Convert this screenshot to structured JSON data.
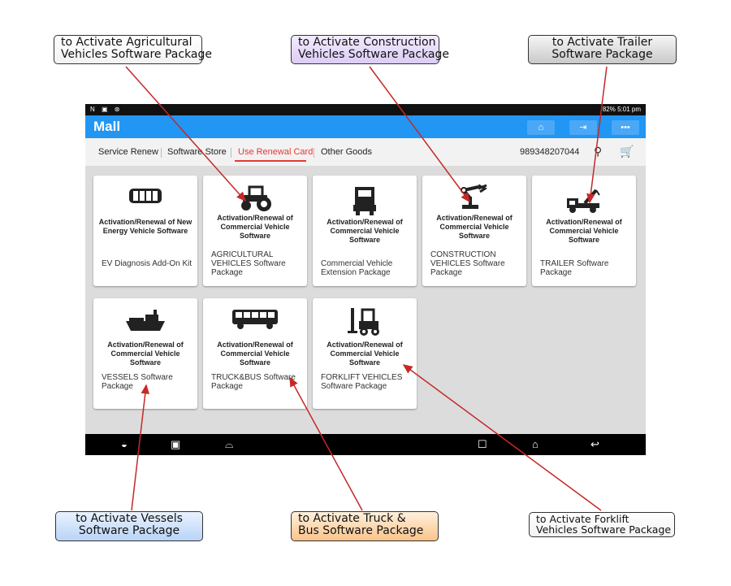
{
  "annotations": {
    "agricultural": "to Activate Agricultural\nVehicles Software Package",
    "construction": "to Activate Construction\nVehicles Software Package",
    "trailer": "to Activate Trailer\nSoftware Package",
    "vessels": "to Activate Vessels\nSoftware Package",
    "truck_bus": "to Activate Truck &\nBus Software Package",
    "forklift": "to Activate Forklift\nVehicles Software Package"
  },
  "status_bar": {
    "left_icons": "N ▣ ⊛",
    "right": "82% 5:01 pm"
  },
  "app": {
    "title": "Mall",
    "accent": "#2196f3"
  },
  "tabs": [
    "Service Renew",
    "Software Store",
    "Use Renewal Card",
    "Other Goods"
  ],
  "active_tab": "Use Renewal Card",
  "user_id": "989348207044",
  "cards": [
    {
      "icon": "ev-battery-icon",
      "title": "Activation/Renewal of New Energy Vehicle Software",
      "desc": "EV Diagnosis Add-On Kit"
    },
    {
      "icon": "tractor-icon",
      "title": "Activation/Renewal of Commercial Vehicle Software",
      "desc": "AGRICULTURAL VEHICLES Software Package"
    },
    {
      "icon": "semi-truck-icon",
      "title": "Activation/Renewal of Commercial Vehicle Software",
      "desc": "Commercial Vehicle Extension Package"
    },
    {
      "icon": "excavator-arm-icon",
      "title": "Activation/Renewal of Commercial Vehicle Software",
      "desc": "CONSTRUCTION VEHICLES Software Package"
    },
    {
      "icon": "tow-truck-icon",
      "title": "Activation/Renewal of Commercial Vehicle Software",
      "desc": "TRAILER Software Package"
    },
    {
      "icon": "ship-icon",
      "title": "Activation/Renewal of Commercial Vehicle Software",
      "desc": "VESSELS Software Package"
    },
    {
      "icon": "bus-icon",
      "title": "Activation/Renewal of Commercial Vehicle Software",
      "desc": "TRUCK&BUS Software Package"
    },
    {
      "icon": "forklift-icon",
      "title": "Activation/Renewal of Commercial Vehicle Software",
      "desc": "FORKLIFT VEHICLES Software Package"
    }
  ]
}
